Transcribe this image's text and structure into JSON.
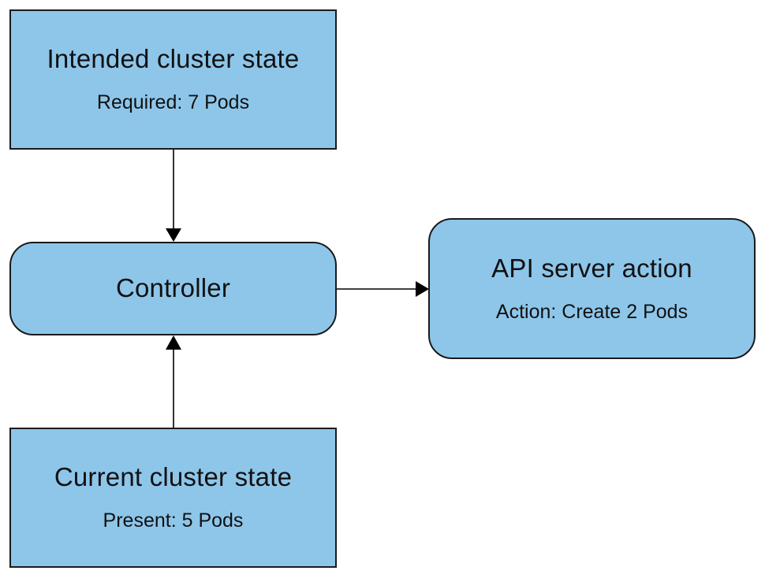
{
  "colors": {
    "node_fill": "#8ec6ea",
    "node_border": "#1a1a1a",
    "arrow": "#000000",
    "background": "#ffffff"
  },
  "nodes": {
    "intended": {
      "title": "Intended cluster state",
      "subtitle": "Required: 7 Pods"
    },
    "controller": {
      "title": "Controller"
    },
    "api": {
      "title": "API server action",
      "subtitle": "Action: Create 2 Pods"
    },
    "current": {
      "title": "Current cluster state",
      "subtitle": "Present: 5 Pods"
    }
  },
  "edges": [
    {
      "from": "intended",
      "to": "controller"
    },
    {
      "from": "current",
      "to": "controller"
    },
    {
      "from": "controller",
      "to": "api"
    }
  ]
}
